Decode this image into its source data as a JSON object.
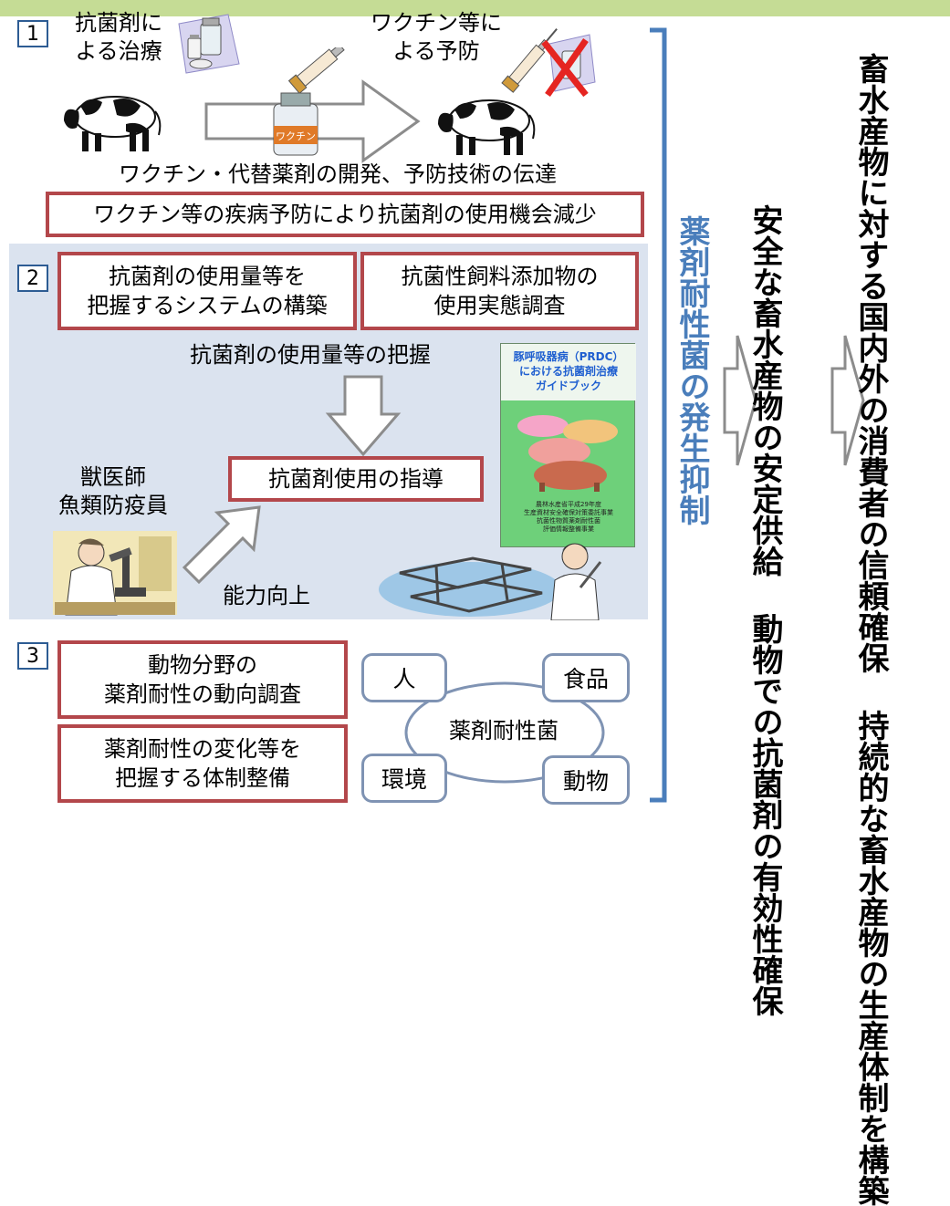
{
  "colors": {
    "top_bar": "#c5dc95",
    "panel_background": "#dbe3ef",
    "red_box_border": "#b3474b",
    "number_box_border": "#2d5c93",
    "bracket_and_resistance_text": "#4a7ebb",
    "cycle_box_border": "#7f93b3",
    "arrow_fill": "#ffffff",
    "arrow_stroke": "#8c8c8c"
  },
  "section1": {
    "number": "1",
    "treatment_label_1": "抗菌剤に",
    "treatment_label_2": "よる治療",
    "vaccine_label_1": "ワクチン等に",
    "vaccine_label_2": "よる予防",
    "vial_label": "ワクチン",
    "development_text": "ワクチン・代替薬剤の開発、予防技術の伝達",
    "result_box": "ワクチン等の疾病予防により抗菌剤の使用機会減少"
  },
  "section2": {
    "number": "2",
    "box_system_1": "抗菌剤の使用量等を",
    "box_system_2": "把握するシステムの構築",
    "box_feed_1": "抗菌性飼料添加物の",
    "box_feed_2": "使用実態調査",
    "grasp_text": "抗菌剤の使用量等の把握",
    "guidance_box": "抗菌剤使用の指導",
    "vet_label_1": "獣医師",
    "vet_label_2": "魚類防疫員",
    "ability_text": "能力向上",
    "guidebook": {
      "title_1": "豚呼吸器病（PRDC）",
      "title_2": "における抗菌剤治療",
      "title_3": "ガイドブック",
      "footer_1": "農林水産省平成29年度",
      "footer_2": "生産資材安全確保対策委託事業",
      "footer_3": "抗菌性物質薬剤耐性菌",
      "footer_4": "評価情報整備事業"
    }
  },
  "section3": {
    "number": "3",
    "box_survey_1": "動物分野の",
    "box_survey_2": "薬剤耐性の動向調査",
    "box_system_1": "薬剤耐性の変化等を",
    "box_system_2": "把握する体制整備",
    "cycle_center": "薬剤耐性菌",
    "cycle_human": "人",
    "cycle_food": "食品",
    "cycle_environment": "環境",
    "cycle_animal": "動物"
  },
  "outcomes": {
    "resistance_suppression": "薬剤耐性菌の発生抑制",
    "efficacy_1": "動物での抗菌剤の有効性確保",
    "efficacy_2": "安全な畜水産物の安定供給",
    "final_1": "持続的な畜水産物の生産体制を構築",
    "final_2": "畜水産物に対する国内外の消費者の信頼確保"
  }
}
